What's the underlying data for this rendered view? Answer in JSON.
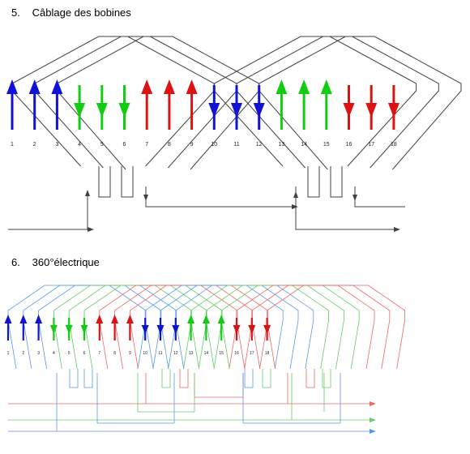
{
  "section5": {
    "number": "5.",
    "title": "Câblage des bobines"
  },
  "section6": {
    "number": "6.",
    "title": "360°électrique"
  },
  "slots": [
    "1",
    "2",
    "3",
    "4",
    "5",
    "6",
    "7",
    "8",
    "9",
    "10",
    "11",
    "12",
    "13",
    "14",
    "15",
    "16",
    "17",
    "18"
  ],
  "phase_colors": {
    "A": "#1212d6",
    "B": "#12cc12",
    "C": "#dd1212"
  },
  "diagram5": {
    "phases": [
      "A",
      "A",
      "A",
      "B",
      "B",
      "B",
      "C",
      "C",
      "C",
      "A",
      "A",
      "A",
      "B",
      "B",
      "B",
      "C",
      "C",
      "C"
    ],
    "directions": [
      "up",
      "up",
      "up",
      "down",
      "down",
      "down",
      "up",
      "up",
      "up",
      "down",
      "down",
      "down",
      "up",
      "up",
      "up",
      "down",
      "down",
      "down"
    ]
  },
  "diagram6": {
    "phases": [
      "A",
      "A",
      "A",
      "B",
      "B",
      "B",
      "C",
      "C",
      "C",
      "A",
      "A",
      "A",
      "B",
      "B",
      "B",
      "C",
      "C",
      "C"
    ],
    "directions": [
      "up",
      "up",
      "up",
      "down",
      "down",
      "down",
      "up",
      "up",
      "up",
      "down",
      "down",
      "down",
      "up",
      "up",
      "up",
      "down",
      "down",
      "down"
    ]
  }
}
